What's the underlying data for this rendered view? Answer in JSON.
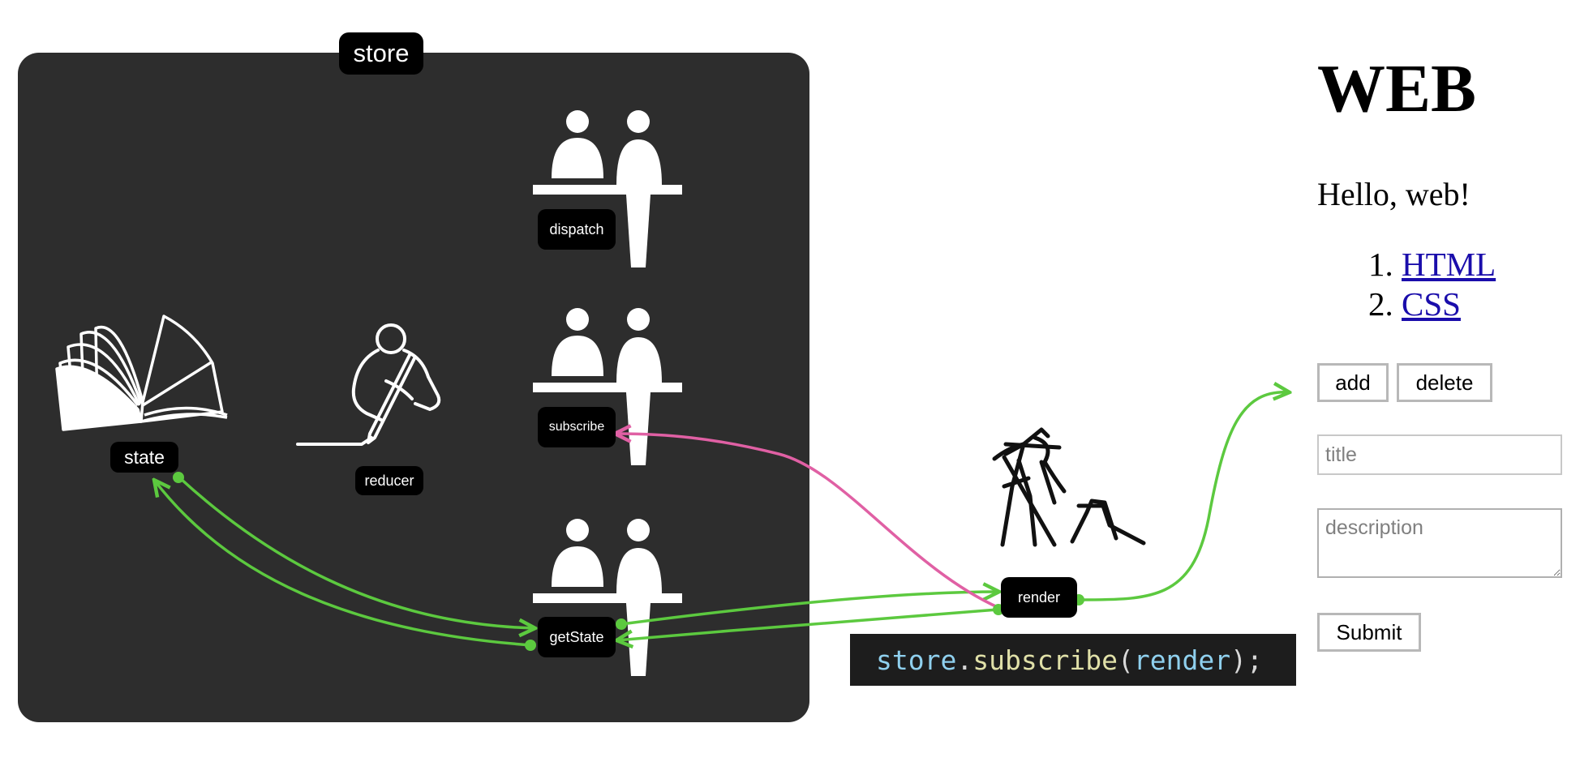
{
  "diagram": {
    "store_label": "store",
    "state_label": "state",
    "reducer_label": "reducer",
    "dispatch_label": "dispatch",
    "subscribe_label": "subscribe",
    "getstate_label": "getState",
    "render_label": "render"
  },
  "icons": {
    "state": "open-book-icon",
    "reducer": "writer-icon",
    "desk": "reception-desk-icon",
    "render": "digging-worker-icon"
  },
  "colors": {
    "store_bg": "#2d2d2d",
    "green_arrow": "#5cc93f",
    "pink_arrow": "#e060a4",
    "link": "#1a0dab"
  },
  "code": {
    "obj": "store",
    "dot": ".",
    "method": "subscribe",
    "open": "(",
    "arg": "render",
    "close": ");",
    "colors": {
      "obj": "#8fd0ee",
      "punct": "#d8d8d8",
      "method": "#e0e0a8",
      "arg": "#8fd0ee"
    }
  },
  "web": {
    "title": "WEB",
    "body": "Hello, web!",
    "links": [
      "HTML",
      "CSS"
    ],
    "add_label": "add",
    "delete_label": "delete",
    "title_placeholder": "title",
    "description_placeholder": "description",
    "submit_label": "Submit"
  }
}
